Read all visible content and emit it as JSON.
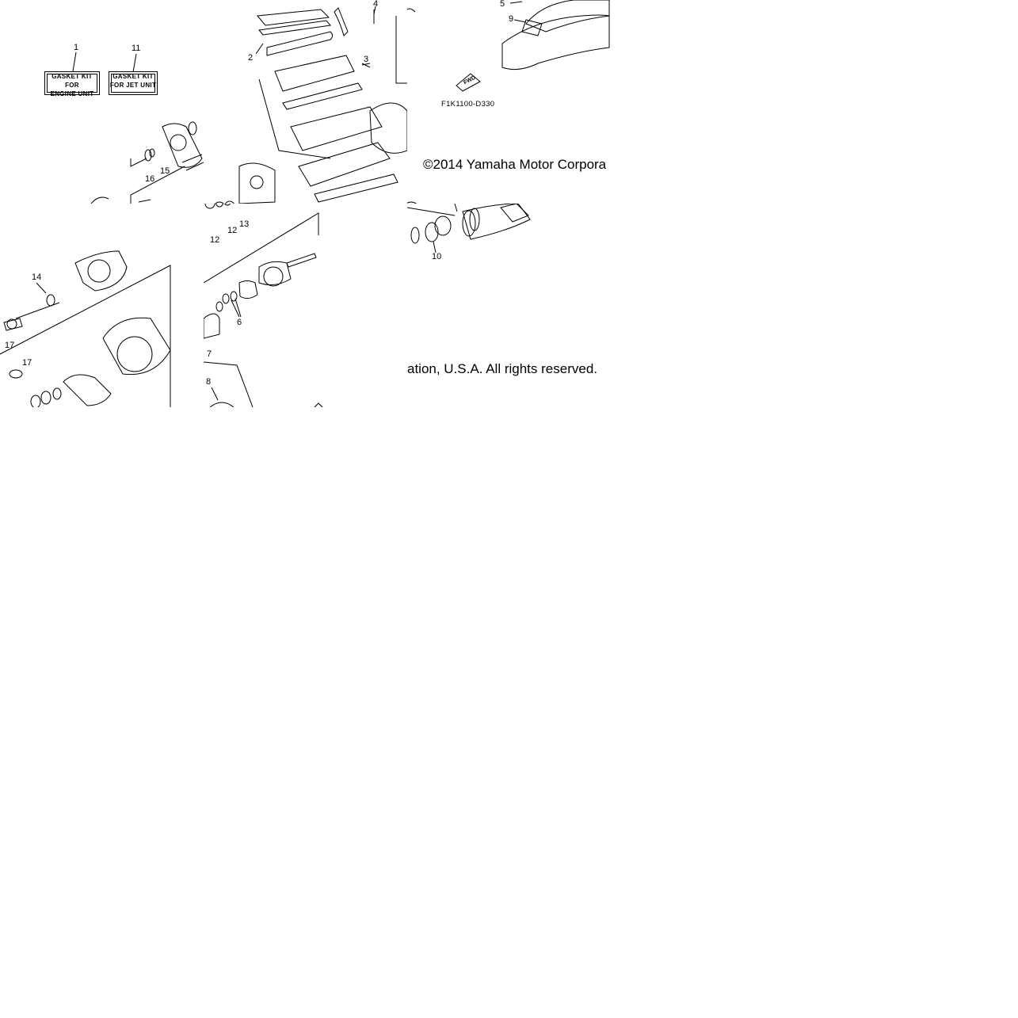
{
  "diagram": {
    "kit_labels": {
      "engine": [
        "GASKET KIT FOR",
        "ENGINE UNIT"
      ],
      "jet": [
        "GASKET KIT",
        "FOR JET UNIT"
      ]
    },
    "callouts": {
      "n1": "1",
      "n2": "2",
      "n3": "3",
      "n4": "4",
      "n5": "5",
      "n6": "6",
      "n7": "7",
      "n8": "8",
      "n9": "9",
      "n10": "10",
      "n11": "11",
      "n12a": "12",
      "n12b": "12",
      "n13": "13",
      "n14": "14",
      "n15": "15",
      "n16": "16",
      "n17a": "17",
      "n17b": "17"
    },
    "fwd_label": "FWD",
    "figure_code": "F1K1100-D330",
    "copyright_part1": "©2014 Yamaha Motor Corpora",
    "copyright_part2": "ation, U.S.A. All rights reserved."
  }
}
